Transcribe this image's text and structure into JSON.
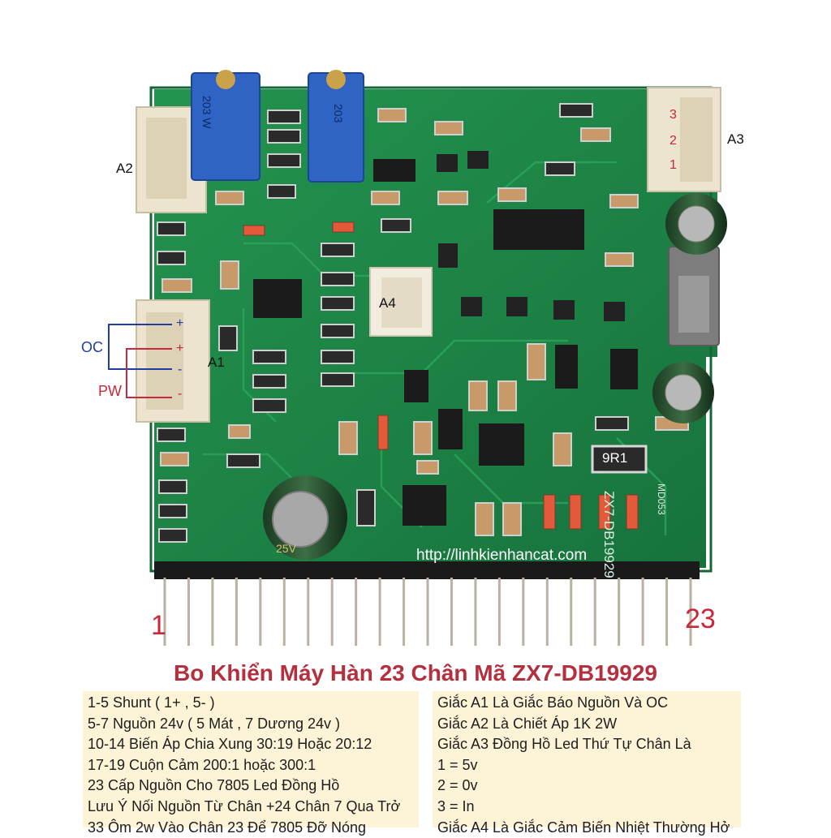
{
  "board_labels": {
    "a1": "A1",
    "a2": "A2",
    "a3": "A3",
    "a4": "A4",
    "oc": "OC",
    "pw": "PW",
    "plus_1": "+",
    "plus_2": "+",
    "minus_1": "-",
    "minus_2": "-",
    "a3_pin3": "3",
    "a3_pin2": "2",
    "a3_pin1": "1",
    "pin_first": "1",
    "pin_last": "23",
    "url": "http://linhkienhancat.com",
    "silk_model": "ZX7-DB19929",
    "silk_code": "MD053",
    "silk_resistor": "9R1",
    "silk_pot1": "203 W",
    "silk_pot2": "203",
    "silk_cap": "25V"
  },
  "title": "Bo Khiển Máy Hàn 23 Chân Mã ZX7-DB19929",
  "notes_left": [
    "1-5 Shunt ( 1+ , 5- )",
    "5-7 Nguồn 24v ( 5 Mát , 7 Dương 24v )",
    "10-14 Biến Áp Chia Xung 30:19 Hoặc 20:12",
    "17-19 Cuộn Cảm 200:1 hoặc 300:1",
    "23 Cấp Nguồn Cho 7805 Led Đồng Hồ",
    "Lưu Ý Nối Nguồn Từ Chân +24 Chân 7 Qua Trở",
    "33 Ôm 2w Vào Chân 23 Để 7805 Đỡ Nóng"
  ],
  "notes_right": [
    "Giắc A1 Là Giắc Báo Nguồn Và OC",
    "Giắc A2 Là Chiết Áp 1K 2W",
    "Giắc A3 Đồng Hồ Led Thứ Tự Chân Là",
    "1 = 5v",
    "2 = 0v",
    "3 = In",
    "Giắc A4 Là Giắc Cảm Biến Nhiệt Thường Hở"
  ],
  "colors": {
    "pcb": "#1f8a4c",
    "title": "#b5303e",
    "annotation_blue": "#1f3f9f",
    "annotation_red": "#c8283a",
    "notes_bg": "#fdf3d6"
  }
}
